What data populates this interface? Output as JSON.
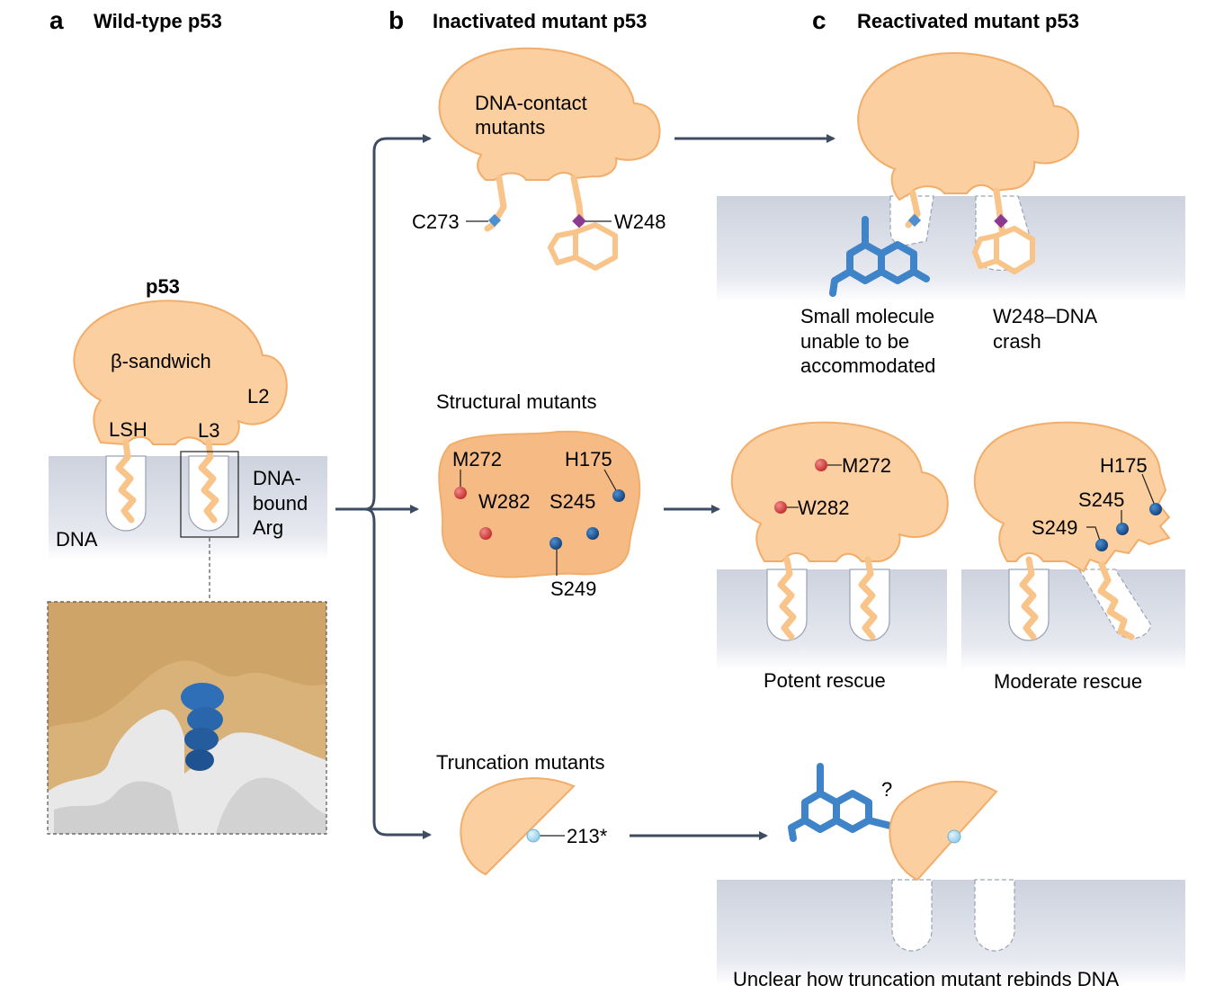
{
  "panels": {
    "a": {
      "letter": "a",
      "title": "Wild-type p53"
    },
    "b": {
      "letter": "b",
      "title": "Inactivated mutant p53"
    },
    "c": {
      "letter": "c",
      "title": "Reactivated mutant p53"
    }
  },
  "wild_type": {
    "protein_name": "p53",
    "domain_label": "β-sandwich",
    "loop_labels": {
      "lsh": "LSH",
      "l3": "L3",
      "l2": "L2"
    },
    "dna_label": "DNA",
    "arg_label_lines": [
      "DNA-",
      "bound",
      "Arg"
    ]
  },
  "dna_contact": {
    "label_lines": [
      "DNA-contact",
      "mutants"
    ],
    "residues": {
      "c273": "C273",
      "w248": "W248"
    },
    "reactivated_captions": {
      "small_molecule_lines": [
        "Small molecule",
        "unable to be",
        "accommodated"
      ],
      "crash_lines": [
        "W248–DNA",
        "crash"
      ]
    }
  },
  "structural": {
    "label": "Structural mutants",
    "residues": {
      "m272": "M272",
      "w282": "W282",
      "h175": "H175",
      "s245": "S245",
      "s249": "S249"
    },
    "potent_caption": "Potent rescue",
    "moderate_caption": "Moderate rescue"
  },
  "truncation": {
    "label": "Truncation mutants",
    "residue": "213*",
    "question_mark": "?",
    "caption": "Unclear how truncation mutant rebinds DNA"
  },
  "colors": {
    "protein_fill": "#fbcf9f",
    "protein_stroke": "#f3ad6a",
    "protein_dark": "#f4b274",
    "dna_band": "#d7dbe6",
    "arrow": "#3d4c63",
    "red_residue": "#d33b3b",
    "blue_residue": "#1d5fa0",
    "purple_residue": "#8b3a8f",
    "small_molecule": "#3f84c9",
    "light_blue_residue": "#9fd3ef"
  }
}
